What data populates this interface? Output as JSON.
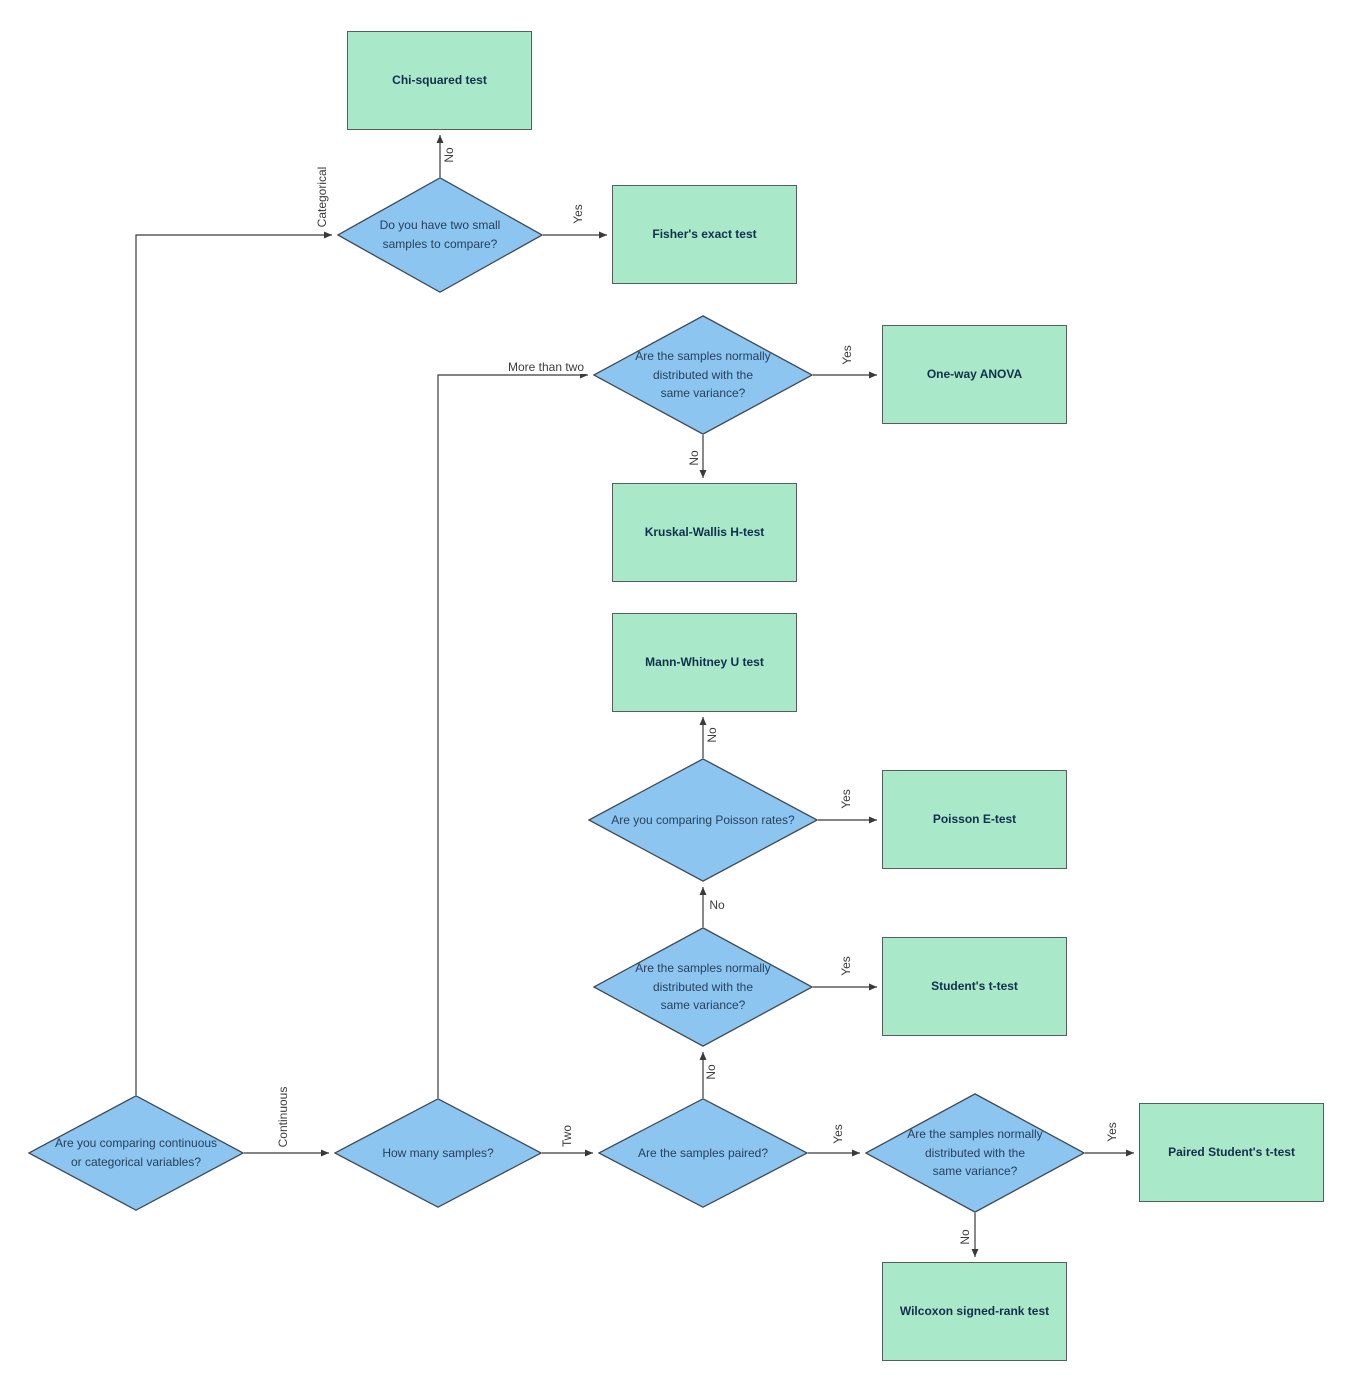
{
  "colors": {
    "decision_fill": "#8CC5F0",
    "decision_border": "#3F4A54",
    "decision_text": "#27415C",
    "result_fill": "#A9E8C8",
    "result_border": "#56605A",
    "result_text": "#12304E",
    "edge_line": "#3A3A3A",
    "edge_label_text": "#3C3C3C",
    "background": "#FFFFFF"
  },
  "nodes": {
    "continuous_or_categorical": {
      "type": "decision",
      "label": "Are you comparing continuous\nor categorical variables?"
    },
    "two_small_samples": {
      "type": "decision",
      "label": "Do you have two small\nsamples to compare?"
    },
    "chi_squared_test": {
      "type": "result",
      "label": "Chi-squared test"
    },
    "fishers_exact_test": {
      "type": "result",
      "label": "Fisher's exact test"
    },
    "how_many_samples": {
      "type": "decision",
      "label": "How many samples?"
    },
    "normality_more_than_two": {
      "type": "decision",
      "label": "Are the samples normally\ndistributed with the\nsame variance?"
    },
    "one_way_anova": {
      "type": "result",
      "label": "One-way ANOVA"
    },
    "kruskal_wallis": {
      "type": "result",
      "label": "Kruskal-Wallis H-test"
    },
    "mann_whitney": {
      "type": "result",
      "label": "Mann-Whitney U test"
    },
    "poisson_rates": {
      "type": "decision",
      "label": "Are you comparing Poisson rates?"
    },
    "poisson_e_test": {
      "type": "result",
      "label": "Poisson E-test"
    },
    "normality_two_unpaired": {
      "type": "decision",
      "label": "Are the samples normally\ndistributed with the\nsame variance?"
    },
    "students_t_test": {
      "type": "result",
      "label": "Student's t-test"
    },
    "samples_paired": {
      "type": "decision",
      "label": "Are the samples paired?"
    },
    "normality_paired": {
      "type": "decision",
      "label": "Are the samples normally\ndistributed with the\nsame variance?"
    },
    "paired_students_t_test": {
      "type": "result",
      "label": "Paired Student's t-test"
    },
    "wilcoxon": {
      "type": "result",
      "label": "Wilcoxon signed-rank test"
    }
  },
  "edges": {
    "categorical": {
      "label": "Categorical"
    },
    "no_to_chi_squared": {
      "label": "No"
    },
    "yes_to_fisher": {
      "label": "Yes"
    },
    "continuous": {
      "label": "Continuous"
    },
    "more_than_two": {
      "label": "More than two"
    },
    "yes_to_anova": {
      "label": "Yes"
    },
    "no_to_kruskal": {
      "label": "No"
    },
    "no_to_mann_whitney": {
      "label": "No"
    },
    "yes_to_poisson_e_test": {
      "label": "Yes"
    },
    "no_to_poisson_question": {
      "label": "No"
    },
    "yes_to_students_t_test": {
      "label": "Yes"
    },
    "no_to_normality_two": {
      "label": "No"
    },
    "two": {
      "label": "Two"
    },
    "yes_to_normality_paired": {
      "label": "Yes"
    },
    "yes_to_paired_students": {
      "label": "Yes"
    },
    "no_to_wilcoxon": {
      "label": "No"
    }
  }
}
